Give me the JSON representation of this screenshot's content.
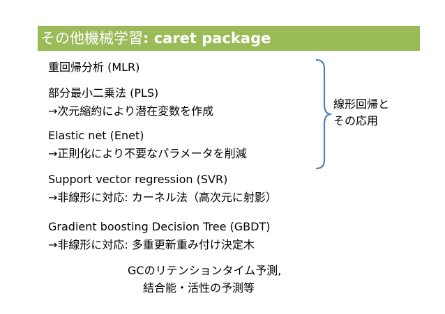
{
  "slide": {
    "title_main": "その他機械学習",
    "title_sub": ": caret package",
    "accent_color": "#9bbb59",
    "items": [
      {
        "line1": "重回帰分析 (MLR)"
      },
      {
        "line1": "部分最小二乗法 (PLS)",
        "line2": "→次元縮約により潜在変数を作成"
      },
      {
        "line1": "Elastic net (Enet)",
        "line2": "→正則化により不要なパラメータを削減"
      },
      {
        "line1": "Support vector regression (SVR)",
        "line2": "→非線形に対応: カーネル法（高次元に射影）"
      },
      {
        "line1": "Gradient boosting Decision Tree (GBDT)",
        "line2": "→非線形に対応: 多重更新重み付け決定木"
      }
    ],
    "bracket_note": {
      "line1": "線形回帰と",
      "line2": "その応用"
    },
    "footer": {
      "line1": "GCのリテンションタイム予測,",
      "line2": "結合能・活性の予測等"
    }
  }
}
